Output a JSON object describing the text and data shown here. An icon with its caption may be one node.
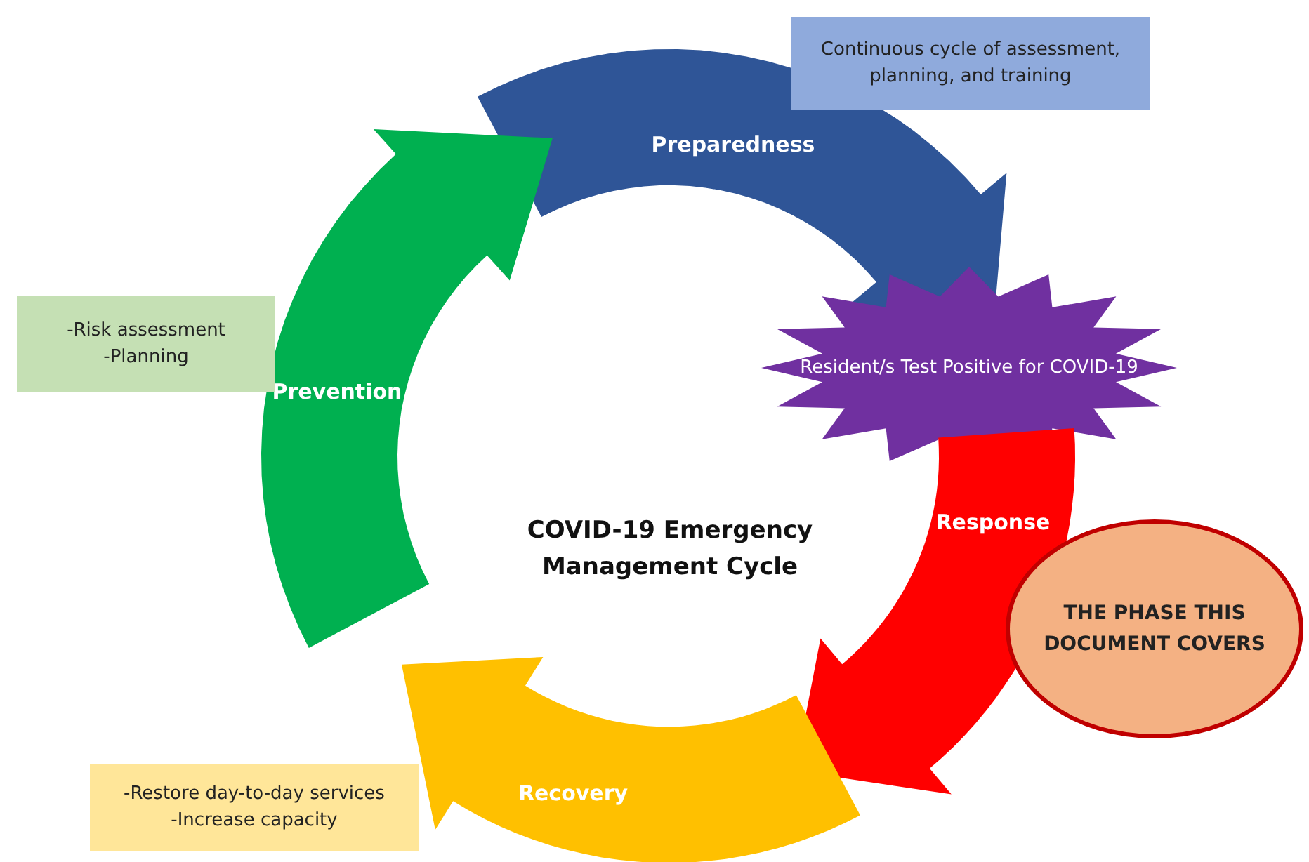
{
  "diagram": {
    "title": "COVID-19 Emergency Management Cycle",
    "nodes": [
      {
        "text": [
          "Preparedness"
        ]
      },
      {
        "text": [
          "Continuous cycle of assessment, planning, and training"
        ]
      },
      {
        "text": [
          "Resident/s Test Positive for COVID-19"
        ]
      },
      {
        "text": [
          "Response"
        ]
      },
      {
        "text": [
          "THE PHASE THIS DOCUMENT COVERS"
        ]
      },
      {
        "text": [
          "Recovery"
        ]
      },
      {
        "text": [
          "-Restore day-to-day services",
          "-Increase capacity"
        ]
      },
      {
        "text": [
          "Prevention"
        ]
      },
      {
        "text": [
          "-Risk assessment",
          "-Planning"
        ]
      }
    ]
  }
}
